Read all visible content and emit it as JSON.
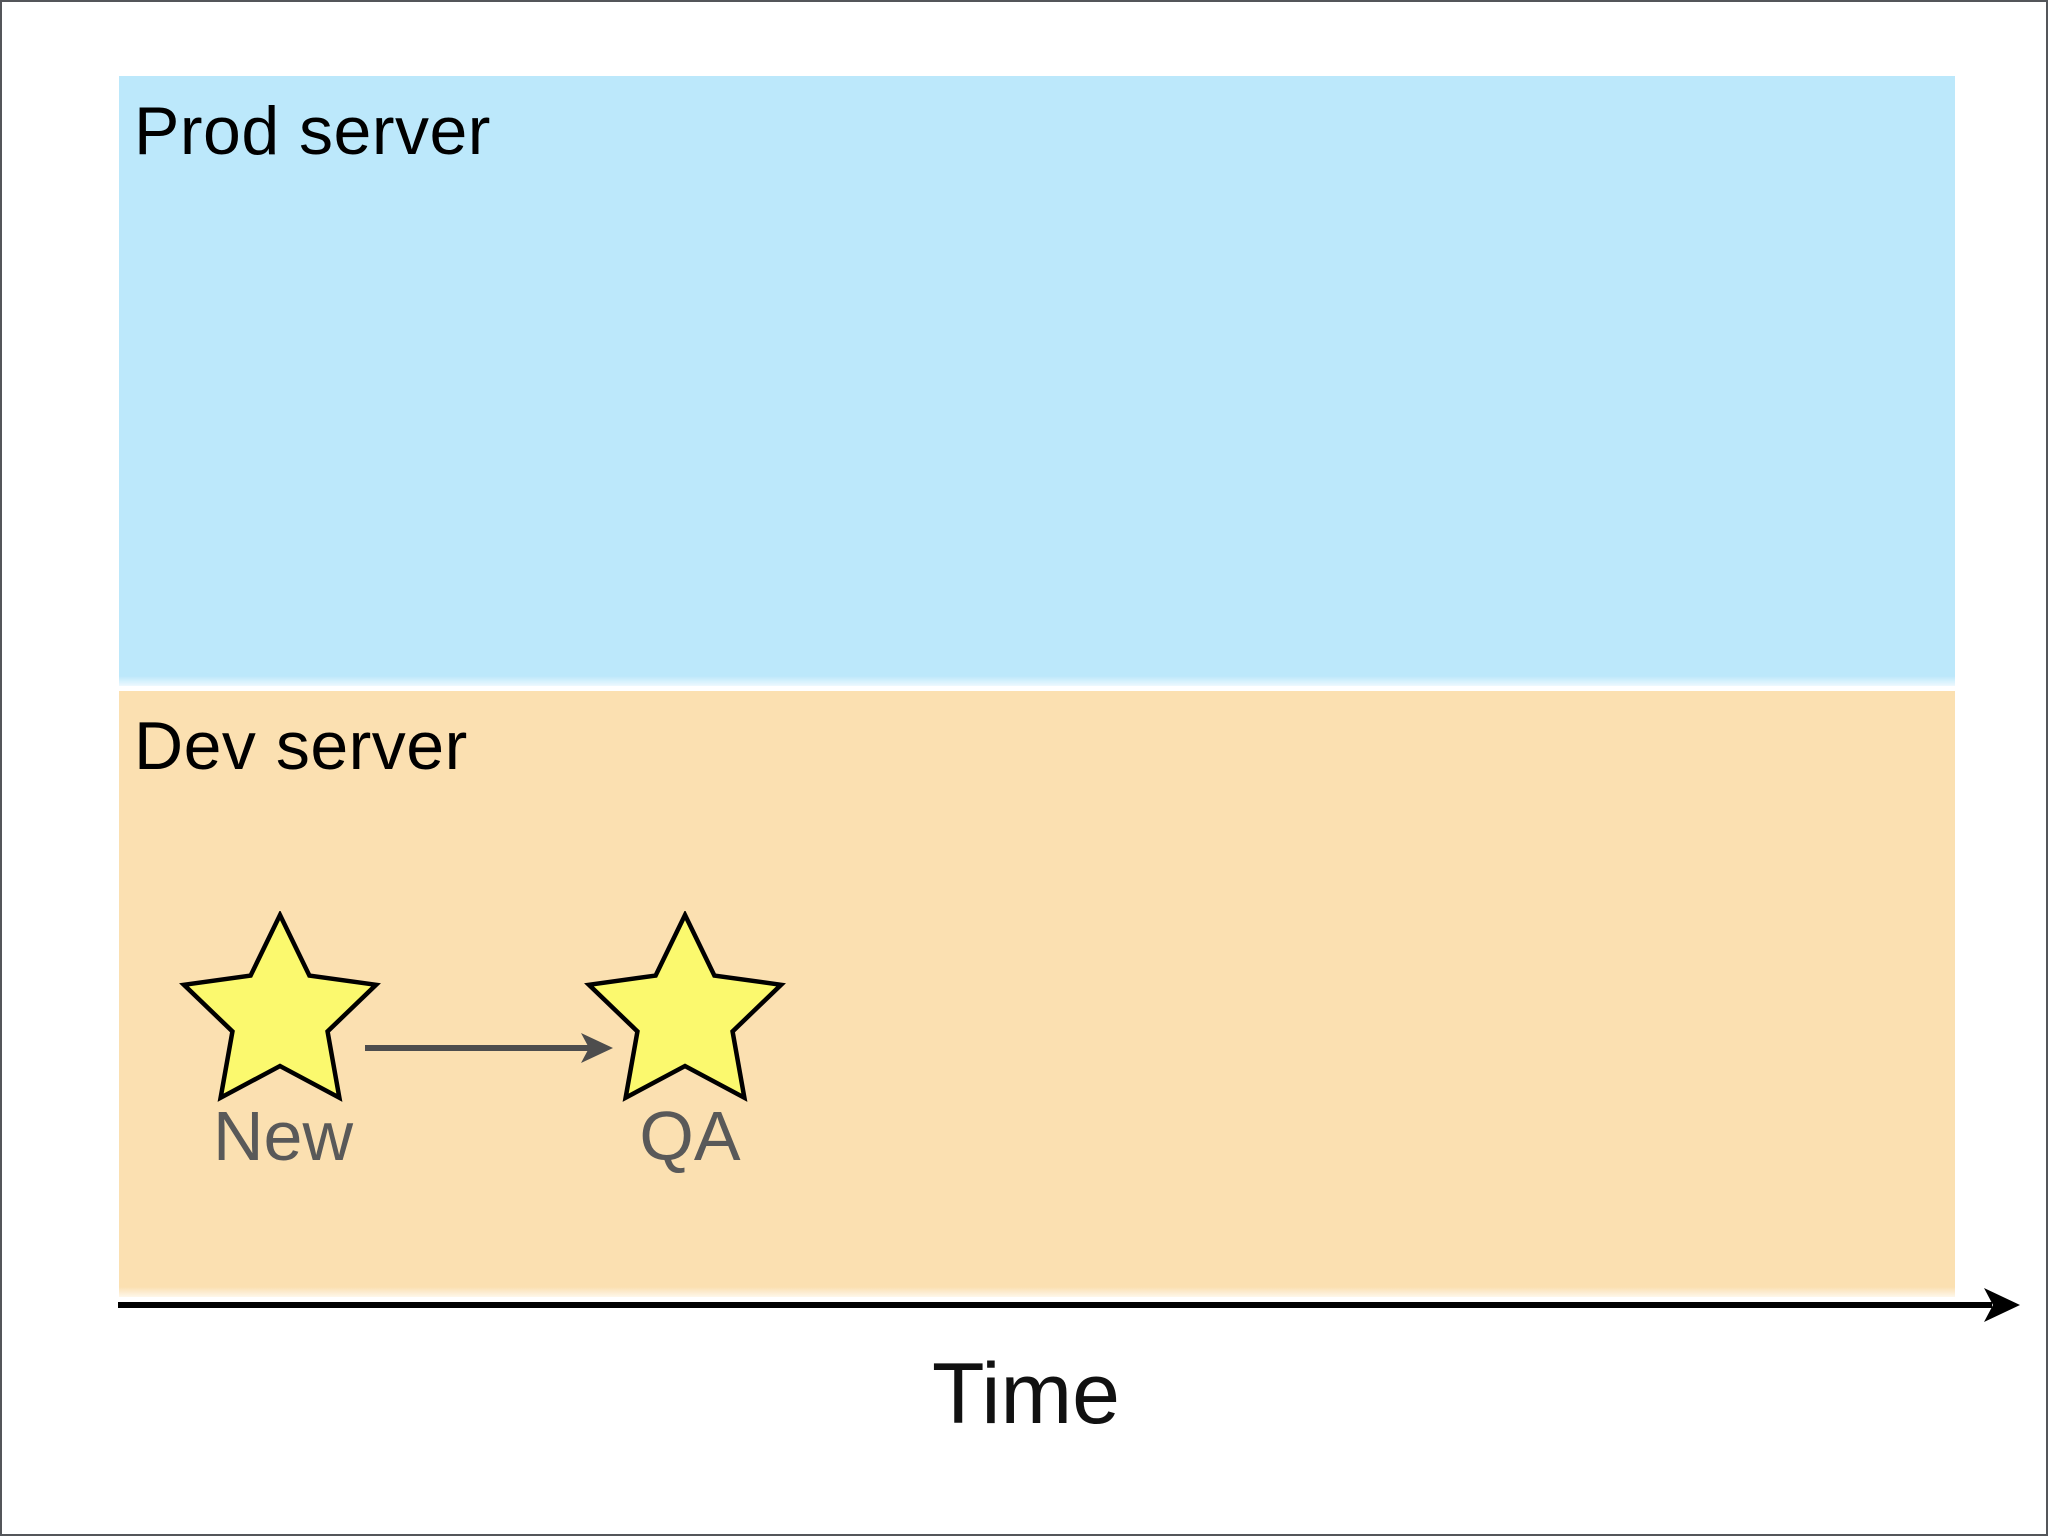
{
  "slide": {
    "background": "#ffffff",
    "border_color": "#54565a"
  },
  "bands": {
    "prod": {
      "label": "Prod server",
      "fill": "#bce8fb",
      "label_color": "#000000"
    },
    "dev": {
      "label": "Dev server",
      "fill": "#fbe0b1",
      "label_color": "#000000"
    }
  },
  "milestones": {
    "new": {
      "label": "New"
    },
    "qa": {
      "label": "QA"
    },
    "label_color": "#595959"
  },
  "star": {
    "fill": "#fbf96e",
    "stroke": "#000000"
  },
  "flow_arrow": {
    "color": "#4d4d4d"
  },
  "axis": {
    "label": "Time",
    "color": "#000000",
    "label_color": "#111111"
  }
}
